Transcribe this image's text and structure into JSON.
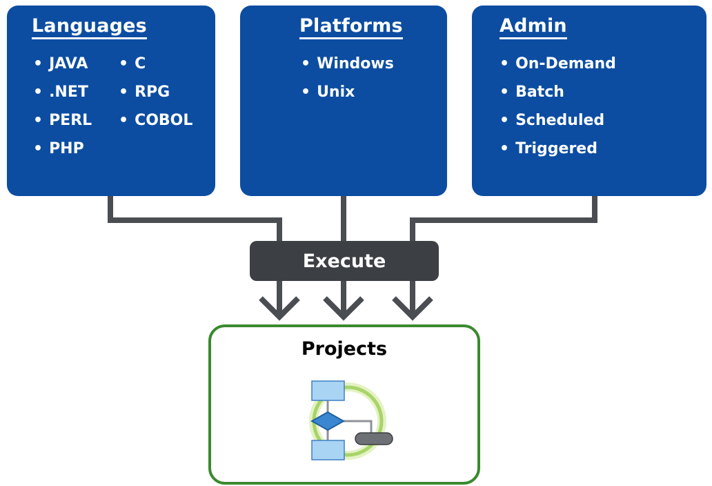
{
  "languages": {
    "title": "Languages",
    "column1": [
      "JAVA",
      ".NET",
      "PERL",
      "PHP"
    ],
    "column2": [
      "C",
      "RPG",
      "COBOL"
    ]
  },
  "platforms": {
    "title": "Platforms",
    "items": [
      "Windows",
      "Unix"
    ]
  },
  "admin": {
    "title": "Admin",
    "items": [
      "On-Demand",
      "Batch",
      "Scheduled",
      "Triggered"
    ]
  },
  "execute": {
    "label": "Execute"
  },
  "projects": {
    "title": "Projects",
    "icon": "flowchart-icon"
  },
  "colors": {
    "box_blue": "#0c4da2",
    "execute_dark": "#3c3f43",
    "connector_gray": "#4a4d52",
    "projects_green": "#3a8a2e"
  }
}
